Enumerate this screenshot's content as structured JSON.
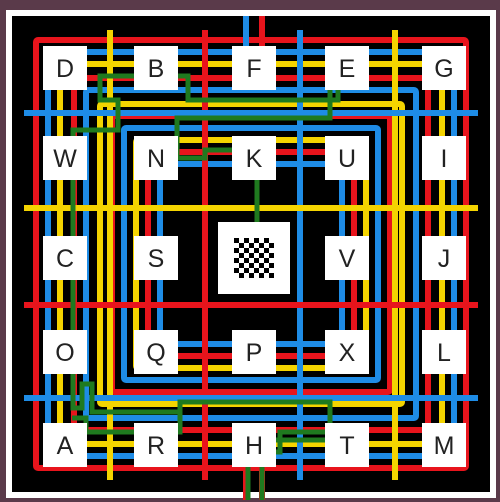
{
  "puzzle": {
    "colors": {
      "frame": "#ffffff",
      "background": "#000000",
      "red": "#e8141c",
      "blue": "#1e8ce6",
      "yellow": "#f4d400",
      "tile": "#ffffff",
      "tile_text": "#222222",
      "solution_path": "#1f7a1f"
    },
    "tiles": [
      {
        "id": "tile-d",
        "label": "D",
        "col": 0,
        "row": 0
      },
      {
        "id": "tile-b",
        "label": "B",
        "col": 1,
        "row": 0
      },
      {
        "id": "tile-f",
        "label": "F",
        "col": 2,
        "row": 0
      },
      {
        "id": "tile-e",
        "label": "E",
        "col": 3,
        "row": 0
      },
      {
        "id": "tile-g",
        "label": "G",
        "col": 4,
        "row": 0
      },
      {
        "id": "tile-w",
        "label": "W",
        "col": 0,
        "row": 1
      },
      {
        "id": "tile-n",
        "label": "N",
        "col": 1,
        "row": 1
      },
      {
        "id": "tile-k",
        "label": "K",
        "col": 2,
        "row": 1
      },
      {
        "id": "tile-u",
        "label": "U",
        "col": 3,
        "row": 1
      },
      {
        "id": "tile-i",
        "label": "I",
        "col": 4,
        "row": 1
      },
      {
        "id": "tile-c",
        "label": "C",
        "col": 0,
        "row": 2
      },
      {
        "id": "tile-s",
        "label": "S",
        "col": 1,
        "row": 2
      },
      {
        "id": "tile-v",
        "label": "V",
        "col": 3,
        "row": 2
      },
      {
        "id": "tile-j",
        "label": "J",
        "col": 4,
        "row": 2
      },
      {
        "id": "tile-o",
        "label": "O",
        "col": 0,
        "row": 3
      },
      {
        "id": "tile-q",
        "label": "Q",
        "col": 1,
        "row": 3
      },
      {
        "id": "tile-p",
        "label": "P",
        "col": 2,
        "row": 3
      },
      {
        "id": "tile-x",
        "label": "X",
        "col": 3,
        "row": 3
      },
      {
        "id": "tile-l",
        "label": "L",
        "col": 4,
        "row": 3
      },
      {
        "id": "tile-a",
        "label": "A",
        "col": 0,
        "row": 4
      },
      {
        "id": "tile-r",
        "label": "R",
        "col": 1,
        "row": 4
      },
      {
        "id": "tile-h",
        "label": "H",
        "col": 2,
        "row": 4
      },
      {
        "id": "tile-t",
        "label": "T",
        "col": 3,
        "row": 4
      },
      {
        "id": "tile-m",
        "label": "M",
        "col": 4,
        "row": 4
      }
    ],
    "center": {
      "type": "checkerboard",
      "col": 2,
      "row": 2
    }
  }
}
